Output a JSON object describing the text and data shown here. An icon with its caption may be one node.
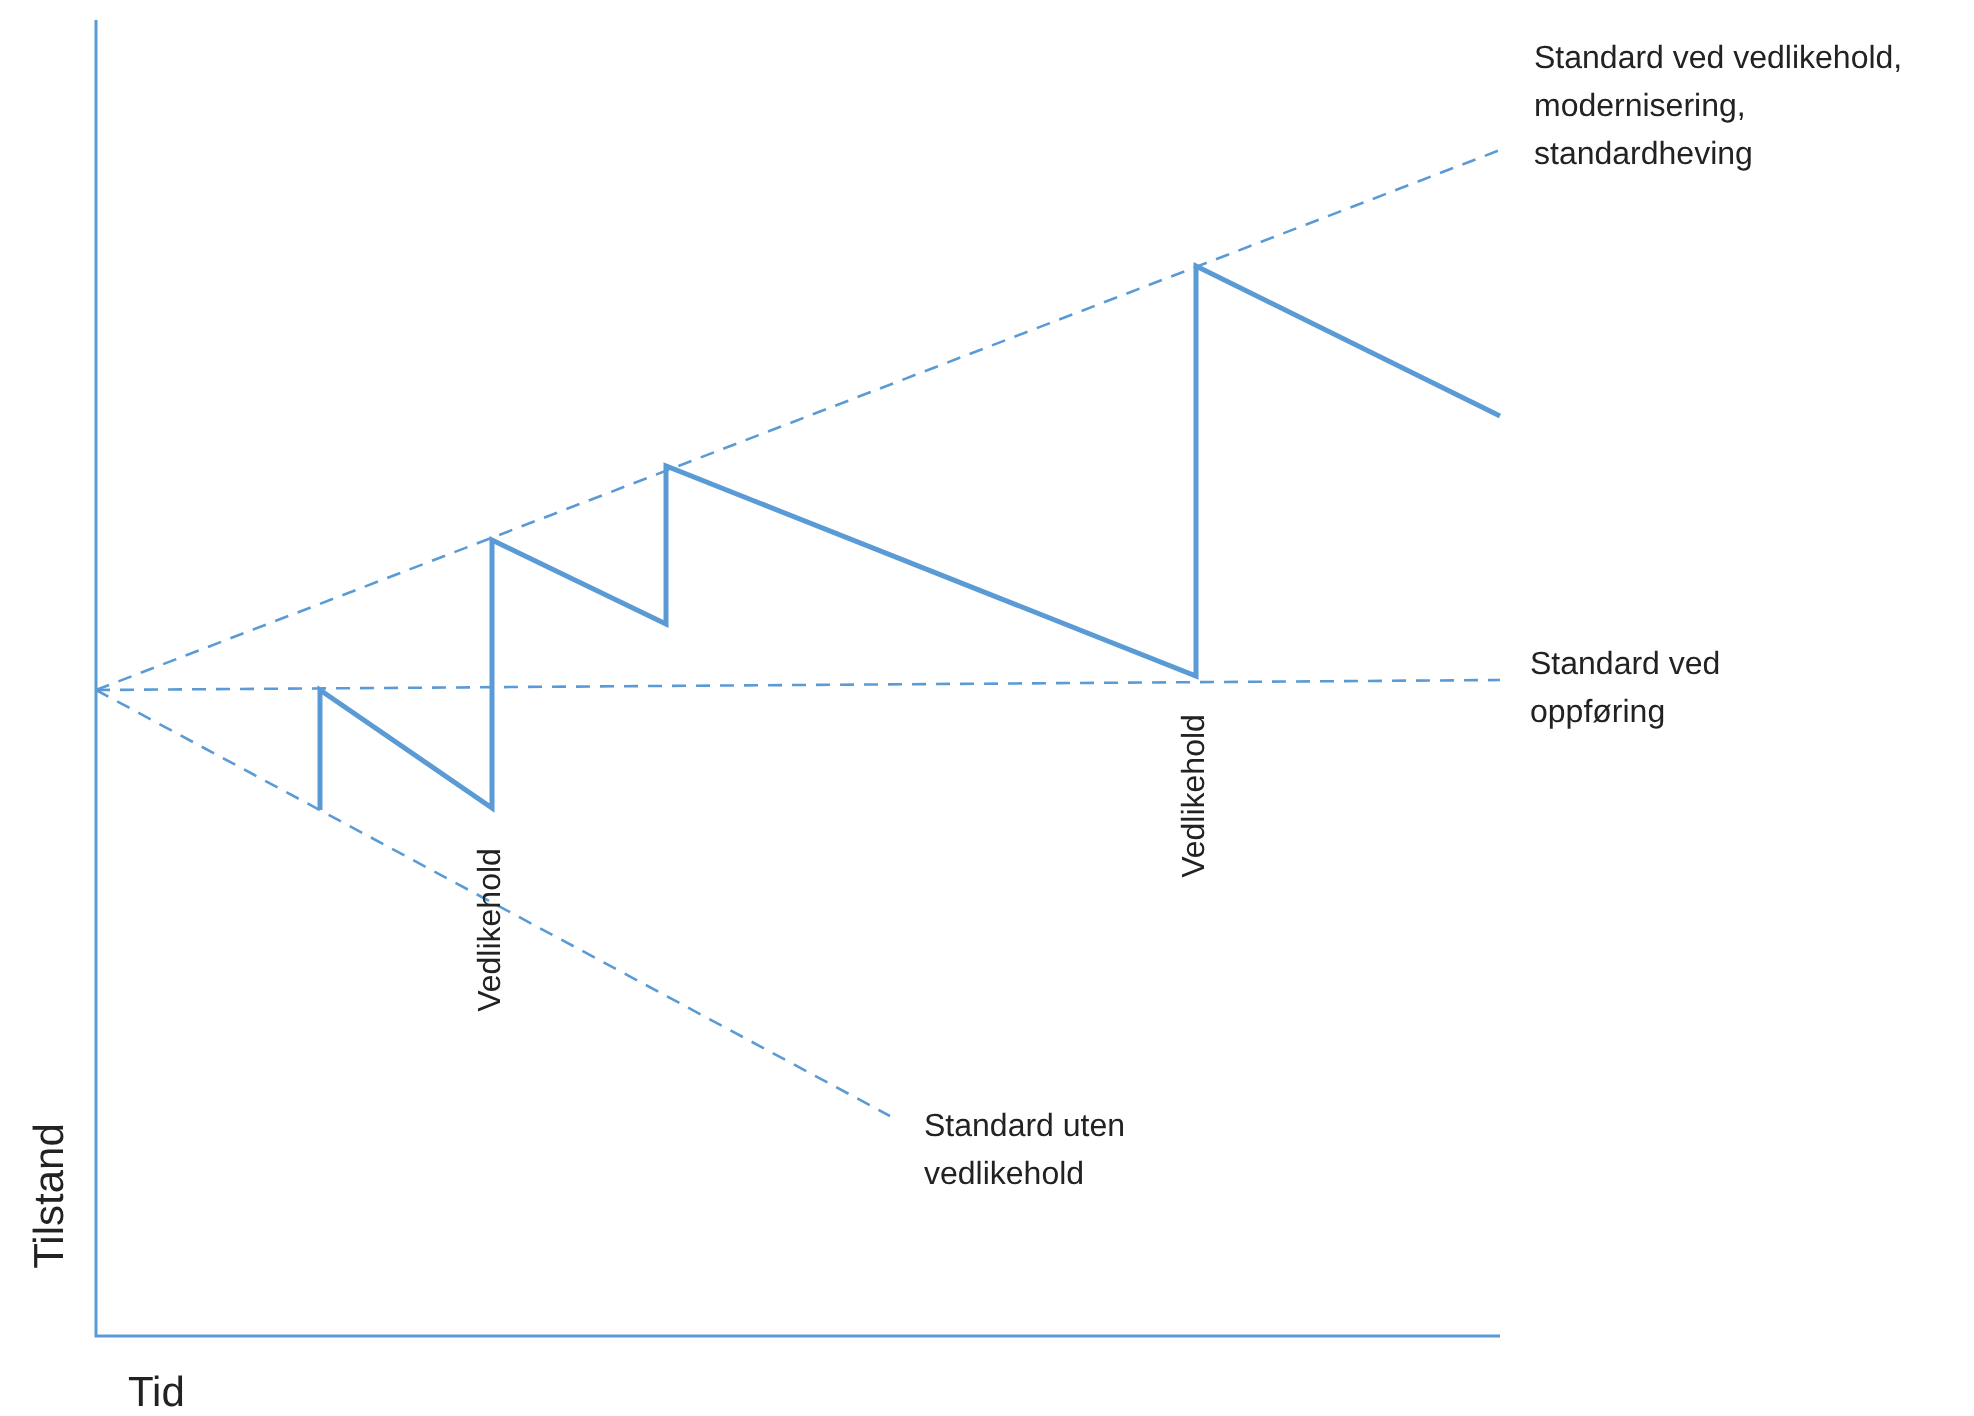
{
  "diagram": {
    "labels": [
      "Standard ved vedlikehold, modernisering, standardheving",
      "Standard ved oppføring",
      "Vedlikehold",
      "Vedlikehold",
      "Standard uten vedlikehold",
      "Tilstand",
      "Tid"
    ]
  }
}
